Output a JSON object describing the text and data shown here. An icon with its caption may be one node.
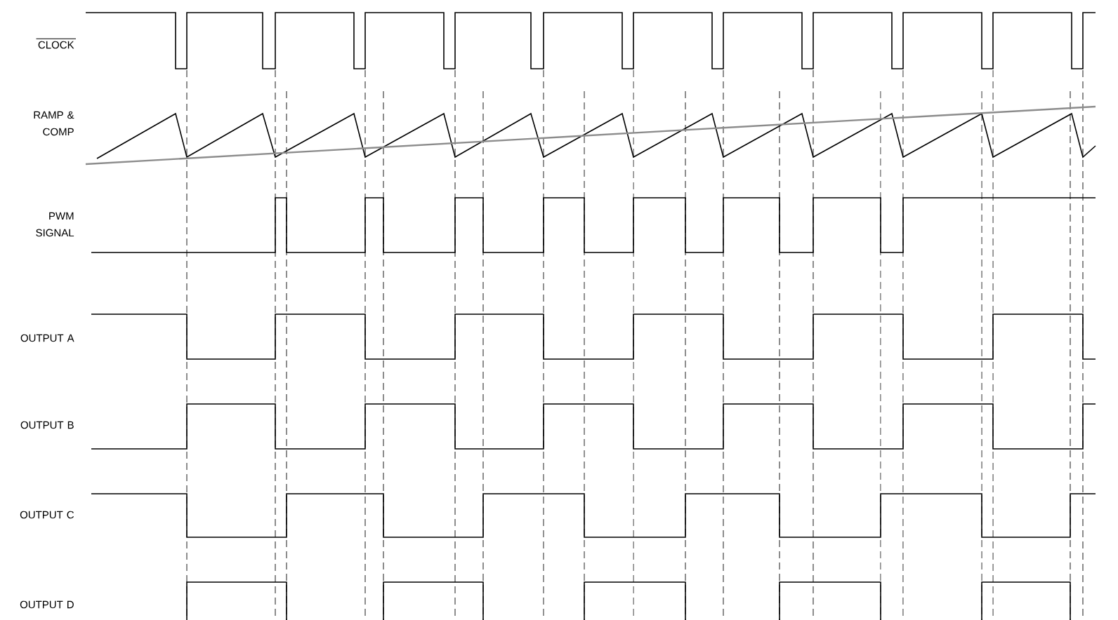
{
  "diagram": {
    "labels": [
      "CLOCK",
      "RAMP & COMP",
      "PWM SIGNAL",
      "OUTPUT A",
      "OUTPUT B",
      "OUTPUT C",
      "OUTPUT D"
    ]
  }
}
